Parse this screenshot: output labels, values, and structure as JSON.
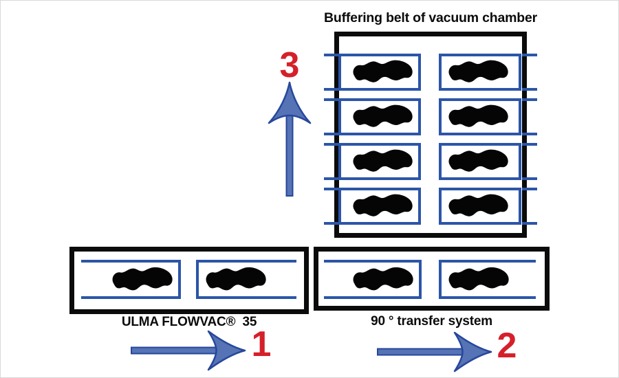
{
  "colors": {
    "line_blue": "#2b55a8",
    "arrow_fill": "#5573b5",
    "arrow_outline": "#27479b",
    "step_red": "#d5202a",
    "frame_black": "#0b0b0b",
    "product_black": "#050505"
  },
  "chamber": {
    "title": "Buffering belt of vacuum chamber",
    "rows": 4,
    "columns": 2,
    "product_count": 8
  },
  "belts": {
    "flowvac": {
      "label": "ULMA FLOWVAC®  35",
      "product_count": 2
    },
    "transfer": {
      "label": "90 ° transfer system",
      "product_count": 2
    }
  },
  "steps": [
    {
      "number": "1",
      "direction": "right"
    },
    {
      "number": "2",
      "direction": "right"
    },
    {
      "number": "3",
      "direction": "up"
    }
  ]
}
